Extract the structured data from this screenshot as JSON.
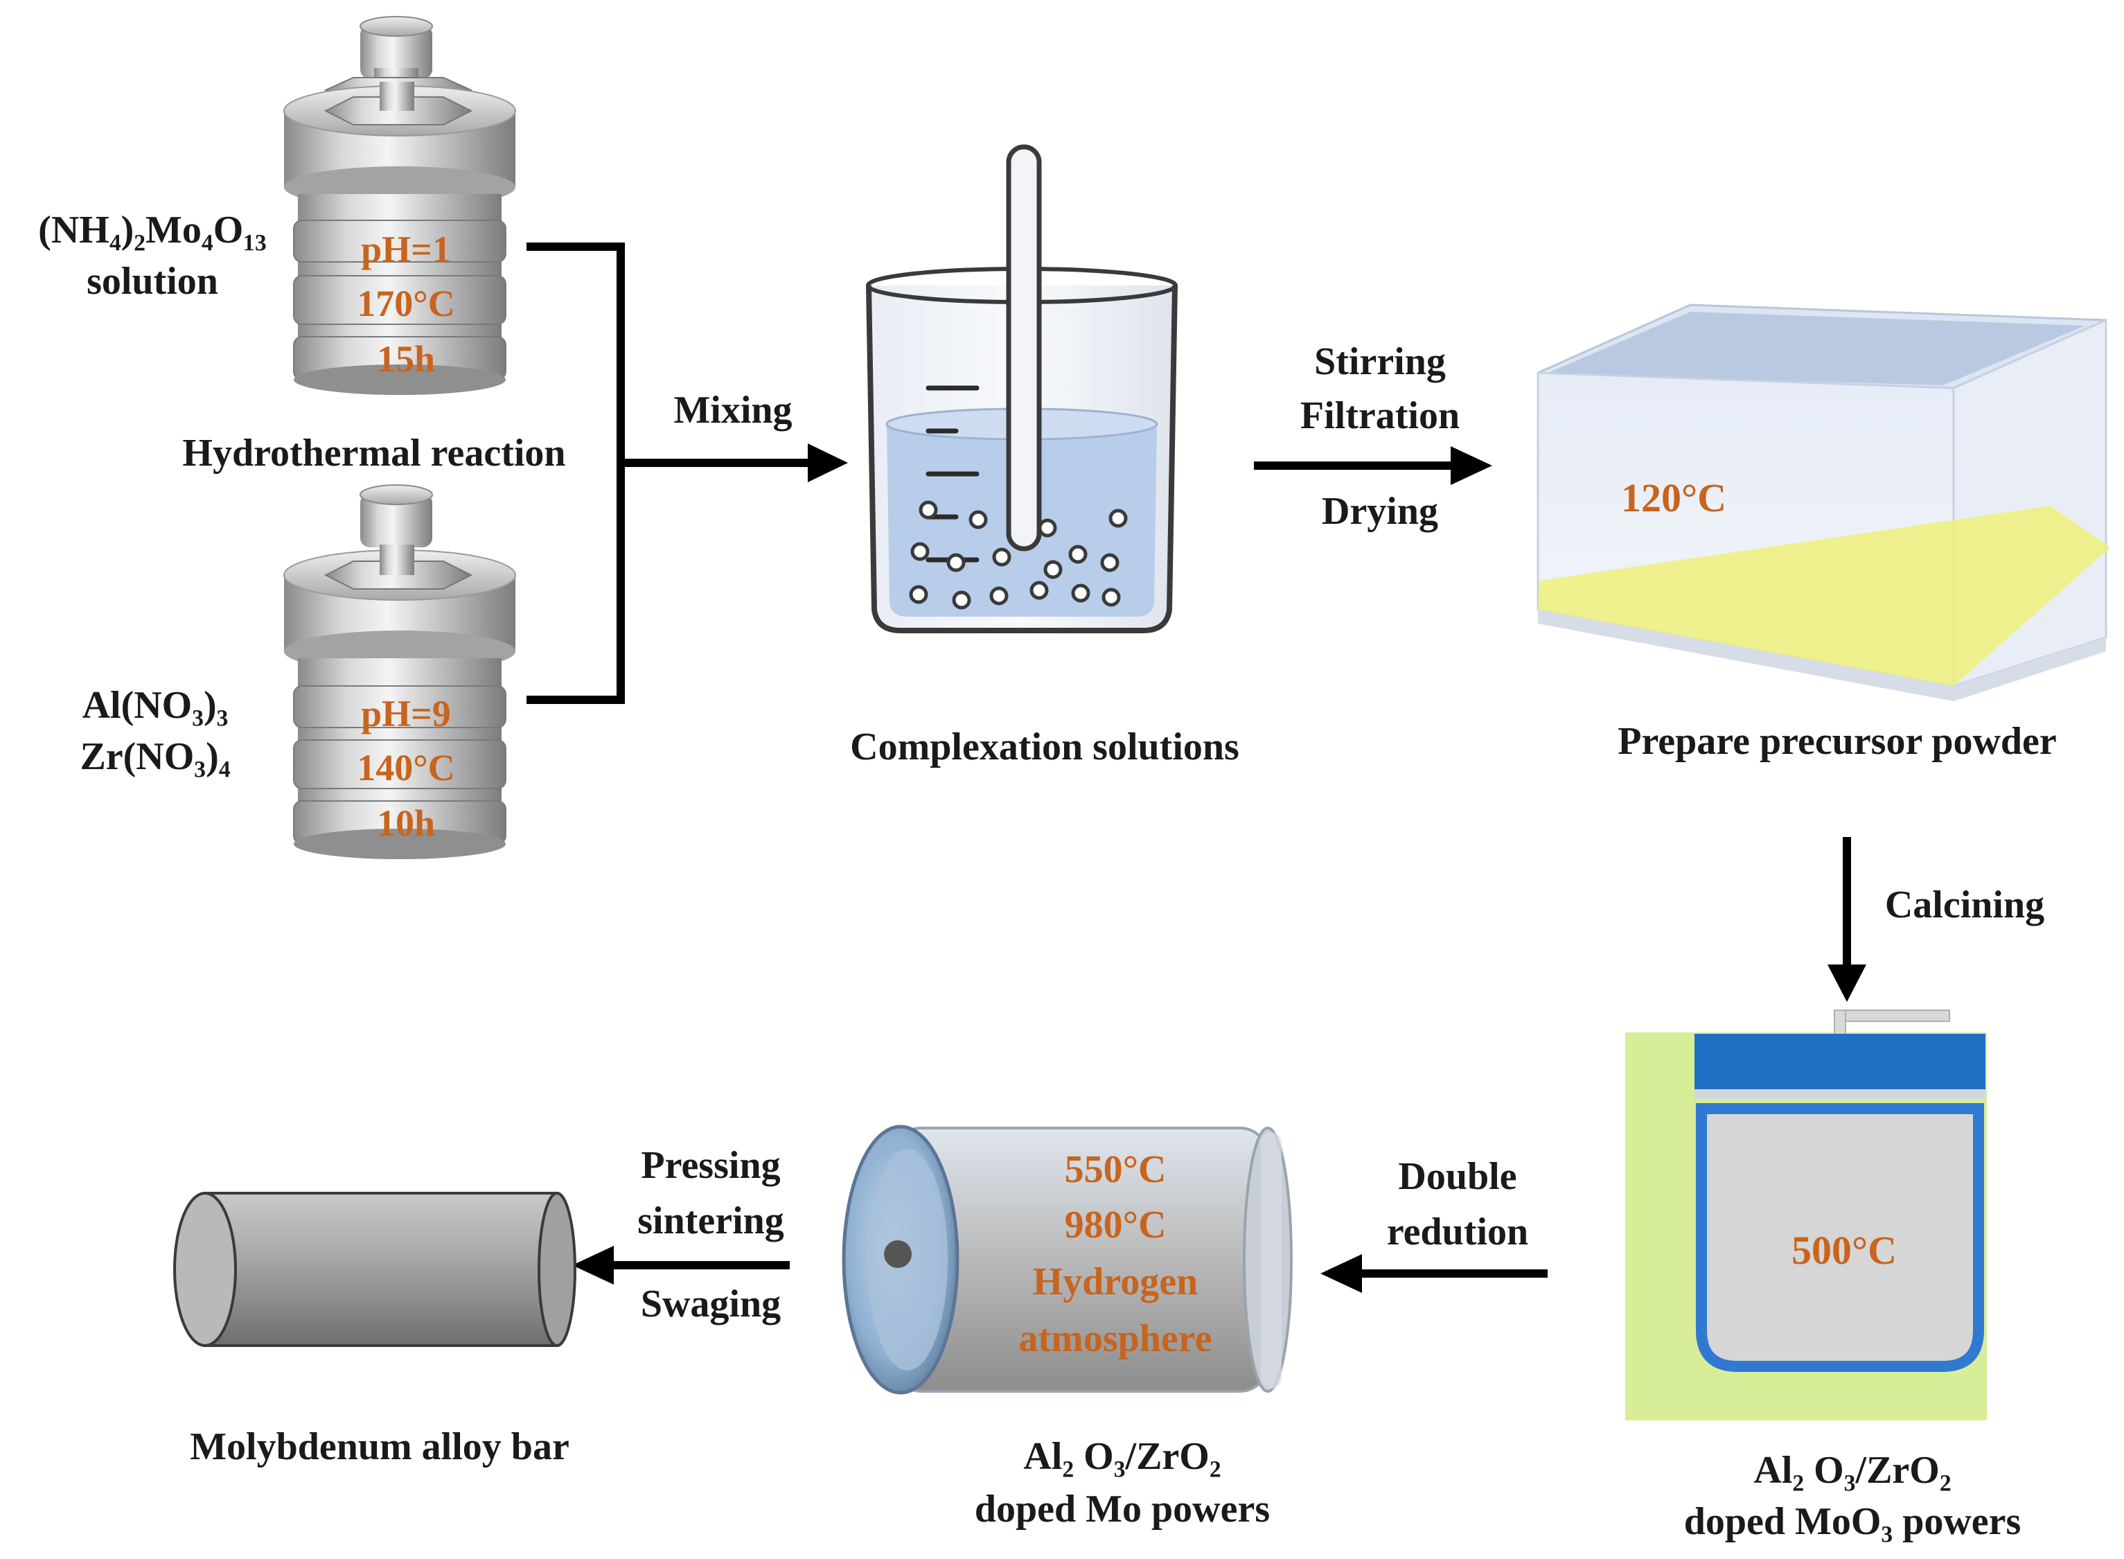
{
  "reactors": {
    "top": {
      "reagent_line1": "(NH₄)₂Mo₄O₁₃",
      "reagent_line2": "solution",
      "ph": "pH=1",
      "temp": "170°C",
      "time": "15h"
    },
    "bottom": {
      "reagent_line1": "Al(NO₃)₃",
      "reagent_line2": "Zr(NO₃)₄",
      "ph": "pH=9",
      "temp": "140°C",
      "time": "10h"
    },
    "caption": "Hydrothermal  reaction"
  },
  "steps": {
    "mixing": "Mixing",
    "beaker_caption": "Complexation  solutions",
    "stir_line1": "Stirring",
    "stir_line2": "Filtration",
    "stir_line3": "Drying",
    "dryer_temp": "120°C",
    "dryer_caption": "Prepare  precursor  powder",
    "calcining": "Calcining",
    "furnace_temp": "500°C",
    "moo3_caption_line1": "Al₂ O₃/ZrO₂",
    "moo3_caption_line2": "doped MoO₃ powers",
    "reduction_line1": "Double",
    "reduction_line2": "redution",
    "reduction_line1_temp": "550°C",
    "reduction_line2_temp": "980°C",
    "reduction_line3": "Hydrogen",
    "reduction_line4": "atmosphere",
    "mo_caption_line1": "Al₂ O₃/ZrO₂",
    "mo_caption_line2": "doped Mo powers",
    "press_line1": "Pressing",
    "press_line2": "sintering",
    "press_line3": "Swaging",
    "bar_caption": "Molybdenum  alloy  bar"
  },
  "colors": {
    "orange_text": "#c8641e",
    "liquid": "#b8cdea",
    "powder_yellow": "#eef07a",
    "furnace_bg": "#d8ed98",
    "crucible_blue": "#1f6fc2"
  }
}
